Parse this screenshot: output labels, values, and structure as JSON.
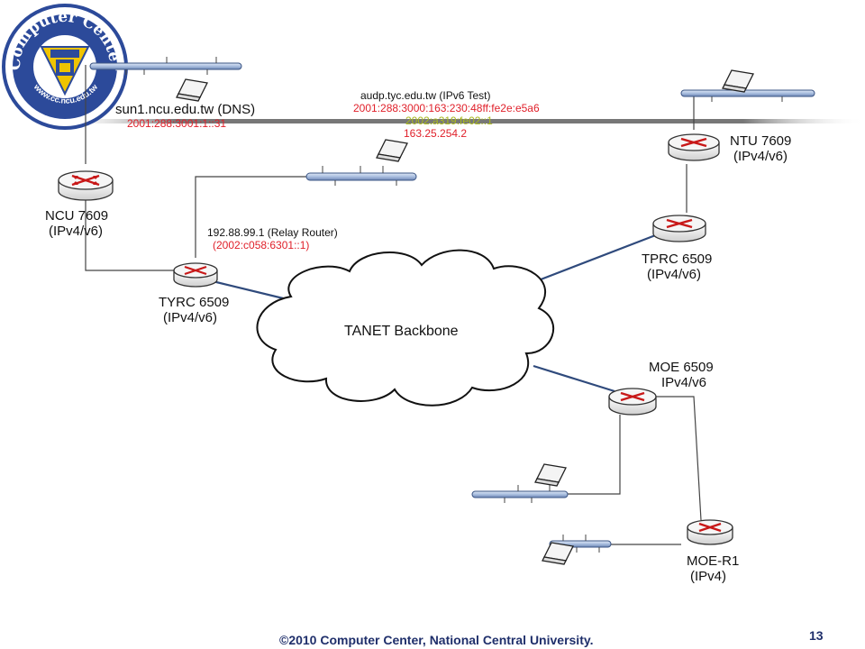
{
  "logo": {
    "ring_text": "Computer Center",
    "url_text": "www.cc.ncu.edu.tw",
    "colors": {
      "ring": "#2c4a9a",
      "inner": "#f0c400"
    }
  },
  "nodes": {
    "ncu": {
      "name": "NCU 7609",
      "proto": "(IPv4/v6)"
    },
    "tyrc": {
      "name": "TYRC 6509",
      "proto": "(IPv4/v6)"
    },
    "ntu": {
      "name": "NTU 7609",
      "proto": "(IPv4/v6)"
    },
    "tprc": {
      "name": "TPRC 6509",
      "proto": "(IPv4/v6)"
    },
    "moe": {
      "name": "MOE 6509",
      "proto": "IPv4/v6"
    },
    "moer1": {
      "name": "MOE-R1",
      "proto": "(IPv4)"
    }
  },
  "hosts": {
    "dns": {
      "name": "sun1.ncu.edu.tw (DNS)",
      "addr": "2001:288:3001:1::31"
    },
    "audp": {
      "name": "audp.tyc.edu.tw (IPv6 Test)",
      "addr1": "2001:288:3000:163:230:48ff:fe2e:e5a6",
      "addr2": "2002:a319:fe02::1",
      "addr3": "163.25.254.2"
    },
    "relay": {
      "name": "192.88.99.1 (Relay Router)",
      "addr": "(2002:c058:6301::1)"
    }
  },
  "cloud": {
    "label": "TANET Backbone"
  },
  "footer": {
    "text": "©2010  Computer Center, National Central University.",
    "page": "13"
  },
  "colors": {
    "backbone_link": "#2f4a7c",
    "accent_red": "#e0202a",
    "accent_green": "#a8b81c",
    "footer_text": "#1f2f6b"
  }
}
